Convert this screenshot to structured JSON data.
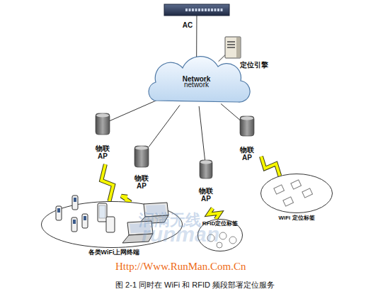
{
  "diagram": {
    "caption": "图 2-1 同时在 WiFi 和 RFID 频段部署定位服务",
    "nodes": [
      {
        "text": [
          "AC"
        ]
      },
      {
        "text": [
          "定位引擎"
        ]
      },
      {
        "text": [
          "Network",
          "network"
        ]
      },
      {
        "text": [
          "物联 AP"
        ]
      },
      {
        "text": [
          "物联 AP"
        ]
      },
      {
        "text": [
          "物联 AP"
        ]
      },
      {
        "text": [
          "物联 AP"
        ]
      },
      {
        "text": [
          "各类WiFi上网终端"
        ]
      },
      {
        "text": [
          "RFID定位标签"
        ]
      },
      {
        "text": [
          "WiFi 定位标签"
        ]
      }
    ],
    "edges": [
      {
        "from": 0,
        "to": 2,
        "arrow": "none"
      },
      {
        "from": 1,
        "to": 2,
        "arrow": "none"
      },
      {
        "from": 2,
        "to": 3,
        "arrow": "none"
      },
      {
        "from": 2,
        "to": 4,
        "arrow": "none"
      },
      {
        "from": 2,
        "to": 5,
        "arrow": "none"
      },
      {
        "from": 2,
        "to": 6,
        "arrow": "none"
      },
      {
        "from": 3,
        "to": 7,
        "arrow": "none"
      },
      {
        "from": 4,
        "to": 7,
        "arrow": "none"
      },
      {
        "from": 5,
        "to": 8,
        "arrow": "none"
      },
      {
        "from": 6,
        "to": 9,
        "arrow": "none"
      }
    ],
    "labels": [
      "润满无线",
      "runman",
      "Http://Www.RunMan.Com.Cn"
    ]
  }
}
